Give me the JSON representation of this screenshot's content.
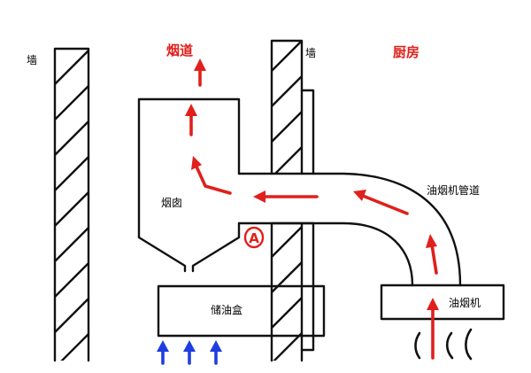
{
  "labels": {
    "wall_left": "墙",
    "wall_right": "墙",
    "flue": "烟道",
    "kitchen": "厨房",
    "chimney": "烟囱",
    "hood_duct": "油烟机管道",
    "oil_box": "储油盒",
    "range_hood": "油烟机",
    "marker_a": "A"
  },
  "colors": {
    "red": "#e0201c",
    "blue": "#1f3ee0",
    "black": "#111111"
  }
}
